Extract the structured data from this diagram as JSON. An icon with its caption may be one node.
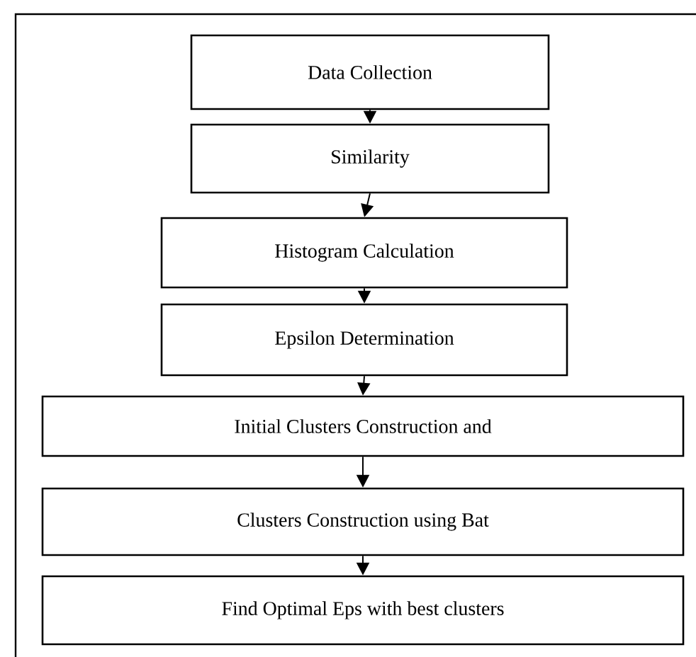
{
  "diagram": {
    "nodes": [
      {
        "text": [
          "Data Collection"
        ]
      },
      {
        "text": [
          "Similarity"
        ]
      },
      {
        "text": [
          "Histogram Calculation"
        ]
      },
      {
        "text": [
          "Epsilon Determination"
        ]
      },
      {
        "text": [
          "Initial Clusters Construction and"
        ]
      },
      {
        "text": [
          "Clusters Construction using Bat"
        ]
      },
      {
        "text": [
          "Find Optimal Eps with best clusters"
        ]
      }
    ],
    "edges": [
      {
        "from": 0,
        "to": 1,
        "arrow": "to"
      },
      {
        "from": 1,
        "to": 2,
        "arrow": "to"
      },
      {
        "from": 2,
        "to": 3,
        "arrow": "to"
      },
      {
        "from": 3,
        "to": 4,
        "arrow": "to"
      },
      {
        "from": 4,
        "to": 5,
        "arrow": "to"
      },
      {
        "from": 5,
        "to": 6,
        "arrow": "to"
      }
    ]
  }
}
